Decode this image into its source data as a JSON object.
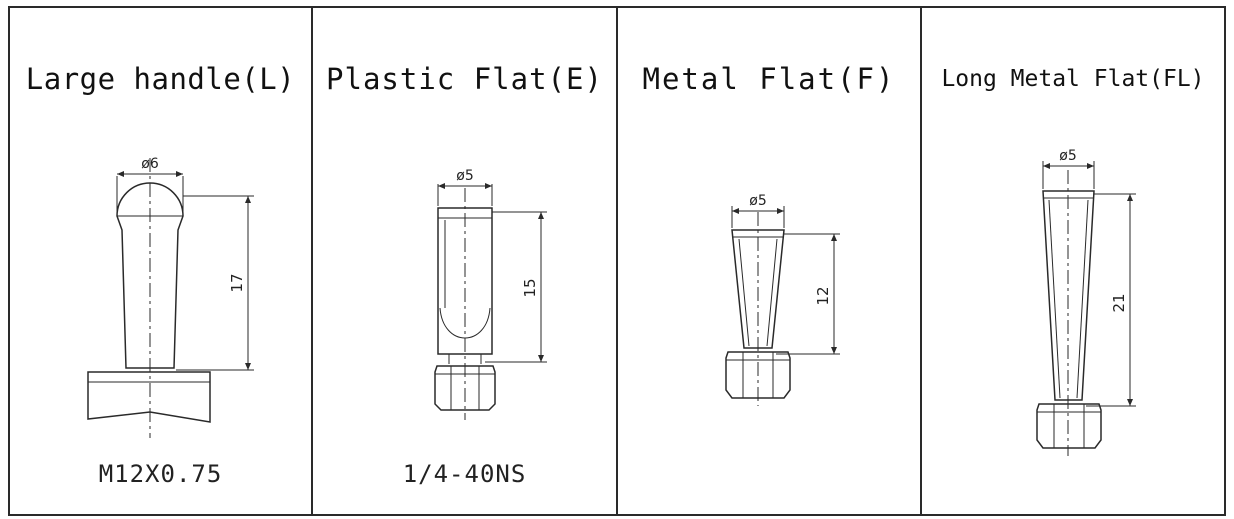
{
  "panels": [
    {
      "title": "Large handle(L)",
      "diameter": "ø6",
      "length": "17",
      "thread": "M12X0.75"
    },
    {
      "title": "Plastic Flat(E)",
      "diameter": "ø5",
      "length": "15",
      "thread": "1/4-40NS"
    },
    {
      "title": "Metal Flat(F)",
      "diameter": "ø5",
      "length": "12",
      "thread": ""
    },
    {
      "title": "Long Metal Flat(FL)",
      "diameter": "ø5",
      "length": "21",
      "thread": ""
    }
  ],
  "colors": {
    "line": "#2a2a2a",
    "background": "#ffffff"
  }
}
